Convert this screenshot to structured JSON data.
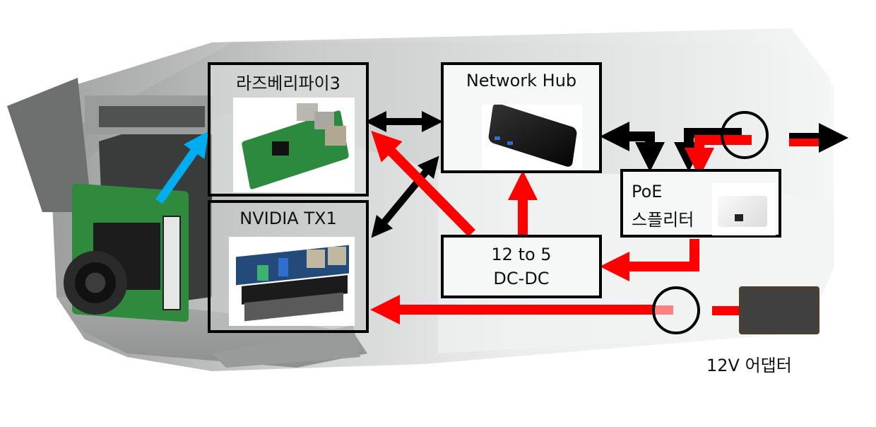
{
  "diagram": {
    "title": "Camera housing system architecture",
    "colors": {
      "power": "#ff0000",
      "power_faded": "#ff8080",
      "data": "#000000",
      "camera_link": "#00aeef",
      "housing_dark": "#9a9c9c",
      "housing_light": "#eef0f0",
      "adapter": "#404040",
      "adapter_border": "#4a4030"
    },
    "nodes": {
      "raspberry_pi": {
        "label": "라즈베리파이3",
        "image": "raspberry-pi-board"
      },
      "nvidia_tx1": {
        "label": "NVIDIA TX1",
        "image": "nvidia-tx1-carrier-board"
      },
      "network_hub": {
        "label": "Network Hub",
        "image": "usb-network-hub"
      },
      "poe_splitter": {
        "label_line1": "PoE",
        "label_line2": "스플리터",
        "image": "poe-splitter-device"
      },
      "dc_dc": {
        "label_line1": "12 to 5",
        "label_line2": "DC-DC"
      },
      "adapter": {
        "label": "12V 어댑터"
      },
      "camera": {
        "image": "camera-module-with-lens"
      }
    },
    "edges": [
      {
        "from": "camera",
        "to": "raspberry_pi",
        "type": "camera_link",
        "direction": "one-way"
      },
      {
        "from": "raspberry_pi",
        "to": "network_hub",
        "type": "data",
        "direction": "two-way"
      },
      {
        "from": "nvidia_tx1",
        "to": "network_hub",
        "type": "data",
        "direction": "two-way"
      },
      {
        "from": "network_hub",
        "to": "poe_splitter",
        "type": "data",
        "direction": "two-way"
      },
      {
        "from": "external",
        "to": "poe_splitter",
        "type": "power+data",
        "direction": "two-way"
      },
      {
        "from": "poe_splitter",
        "to": "dc_dc",
        "type": "power",
        "direction": "one-way"
      },
      {
        "from": "dc_dc",
        "to": "raspberry_pi",
        "type": "power",
        "direction": "one-way"
      },
      {
        "from": "dc_dc",
        "to": "network_hub",
        "type": "power",
        "direction": "one-way"
      },
      {
        "from": "adapter",
        "to": "nvidia_tx1",
        "type": "power",
        "direction": "one-way"
      }
    ]
  }
}
